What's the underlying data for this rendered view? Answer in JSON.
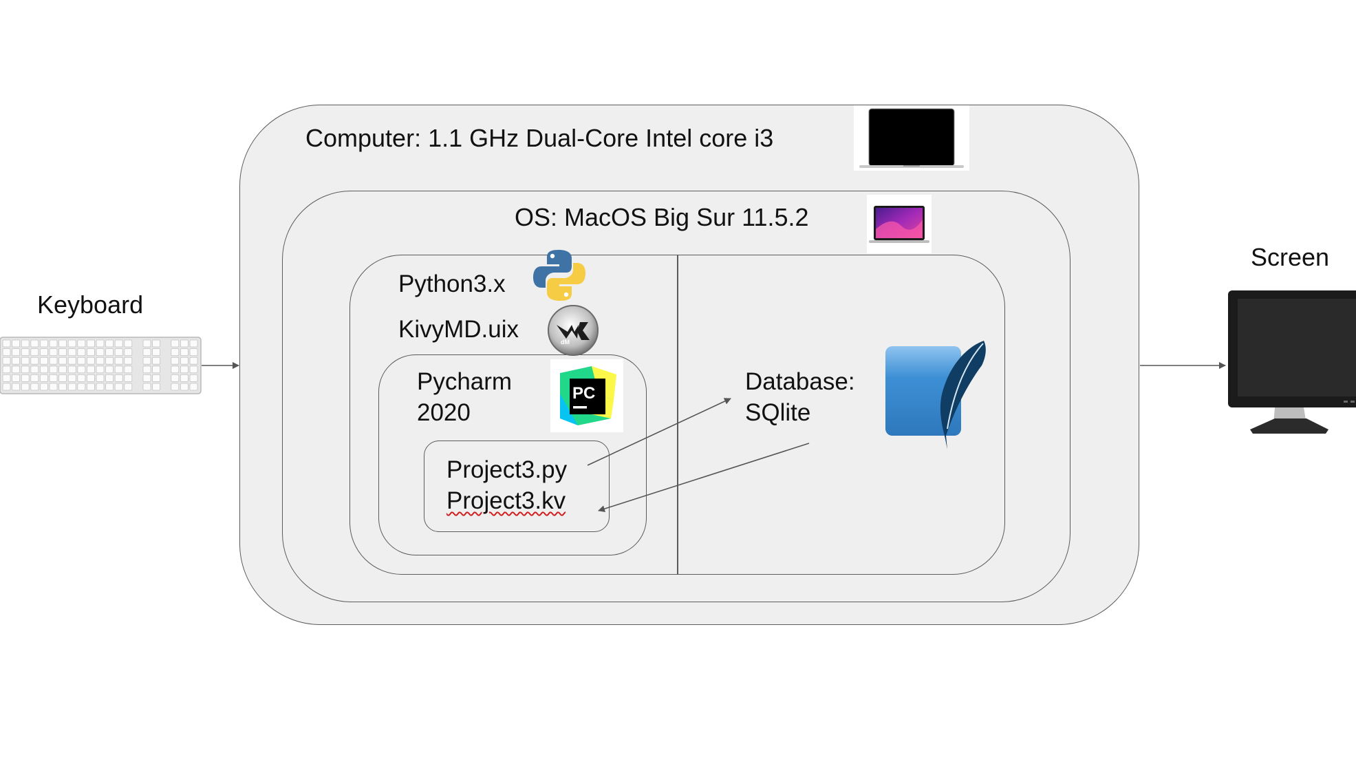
{
  "keyboard": {
    "label": "Keyboard"
  },
  "screen": {
    "label": "Screen"
  },
  "computer": {
    "label": "Computer: 1.1 GHz Dual-Core Intel core i3"
  },
  "os": {
    "label": "OS: MacOS Big Sur 11.5.2"
  },
  "python": {
    "label": "Python3.x"
  },
  "kivymd": {
    "label": "KivyMD.uix"
  },
  "pycharm": {
    "label": "Pycharm\n2020",
    "logo_text": "PC"
  },
  "project": {
    "py": "Project3.py",
    "kv": "Project3.kv"
  },
  "database": {
    "label": "Database:\nSQlite"
  },
  "colors": {
    "box_fill": "#efefef",
    "box_border": "#5a5a5a",
    "python_blue": "#3f73a5",
    "python_yellow": "#f5cc43",
    "pycharm_green": "#21d789",
    "sqlite_blue": "#3d8fd5",
    "sqlite_feather": "#0f3d63",
    "macos_purple": "#7a2fbf"
  }
}
